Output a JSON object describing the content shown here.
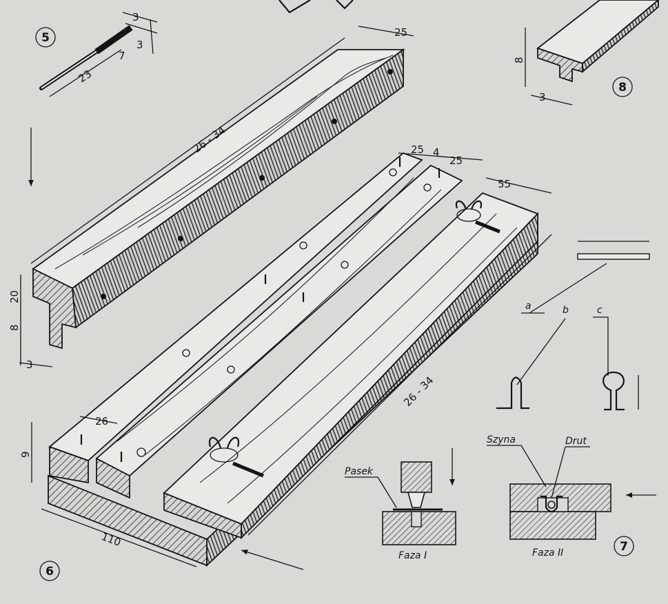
{
  "figures": {
    "fig5": {
      "number": "5",
      "dims": [
        "3",
        "3",
        "7",
        "23"
      ]
    },
    "fig6": {
      "number": "6",
      "dims": [
        "25",
        "26 - 34",
        "25",
        "4",
        "25",
        "55",
        "20",
        "8",
        "3",
        "26",
        "9",
        "110",
        "26 - 34"
      ]
    },
    "fig7": {
      "number": "7",
      "section_labels": [
        "a",
        "b",
        "c"
      ],
      "labels": {
        "strip": "Pasek",
        "rail": "Szyna",
        "wire": "Drut"
      },
      "phases": [
        "Faza I",
        "Faza II"
      ]
    },
    "fig8": {
      "number": "8",
      "dims": [
        "8",
        "3"
      ]
    }
  },
  "colors": {
    "paper": "#d9d9d6",
    "ink": "#151515",
    "wood": "#e9e9e6"
  }
}
